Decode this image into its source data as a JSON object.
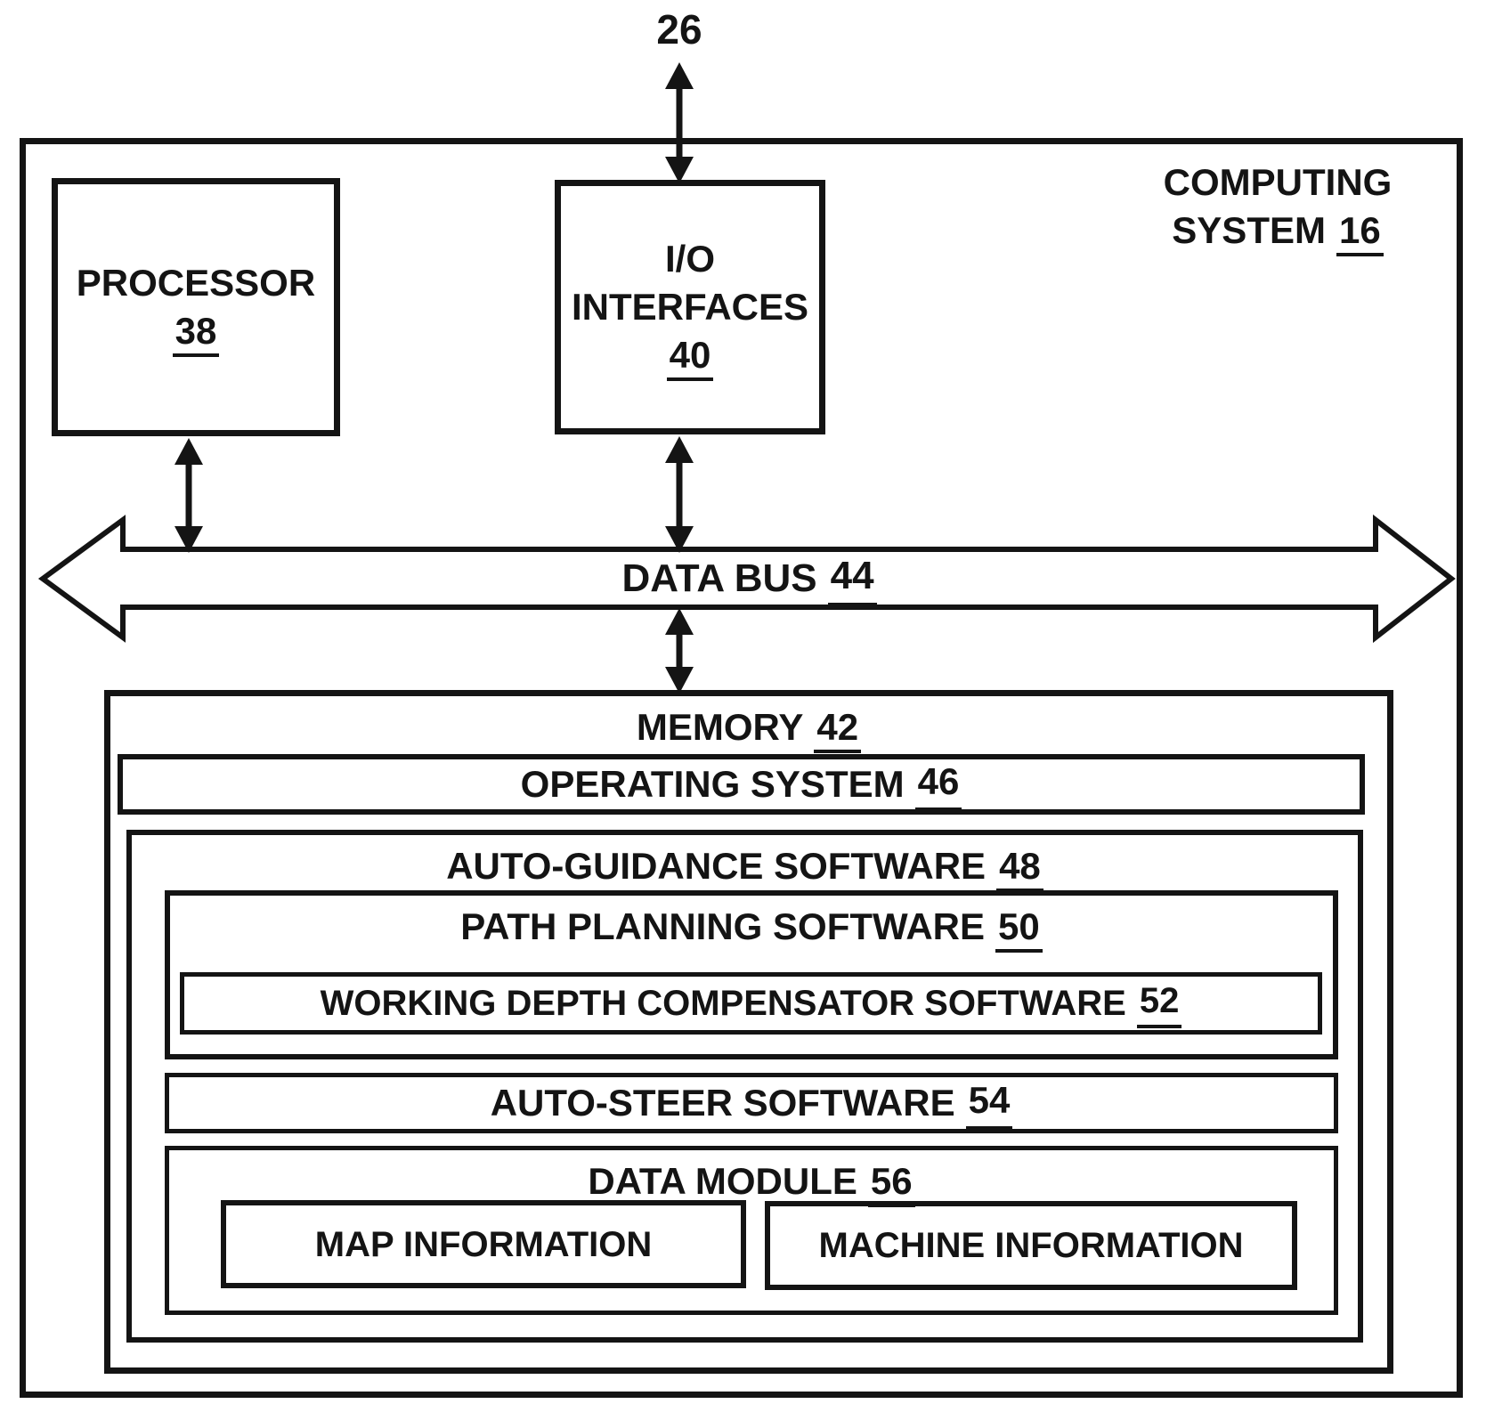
{
  "colors": {
    "ink": "#141414",
    "paper": "#ffffff"
  },
  "ref_label": "26",
  "computing_system": {
    "line1": "COMPUTING",
    "line2": "SYSTEM",
    "num": "16"
  },
  "processor": {
    "label": "PROCESSOR",
    "num": "38"
  },
  "io_interfaces": {
    "line1": "I/O",
    "line2": "INTERFACES",
    "num": "40"
  },
  "data_bus": {
    "label": "DATA BUS",
    "num": "44"
  },
  "memory": {
    "label": "MEMORY",
    "num": "42"
  },
  "operating_system": {
    "label": "OPERATING SYSTEM",
    "num": "46"
  },
  "auto_guidance": {
    "label": "AUTO-GUIDANCE SOFTWARE",
    "num": "48"
  },
  "path_planning": {
    "label": "PATH PLANNING SOFTWARE",
    "num": "50"
  },
  "working_depth": {
    "label": "WORKING DEPTH COMPENSATOR SOFTWARE",
    "num": "52"
  },
  "auto_steer": {
    "label": "AUTO-STEER SOFTWARE",
    "num": "54"
  },
  "data_module": {
    "label": "DATA MODULE",
    "num": "56"
  },
  "map_information": {
    "label": "MAP INFORMATION"
  },
  "machine_information": {
    "label": "MACHINE INFORMATION"
  }
}
